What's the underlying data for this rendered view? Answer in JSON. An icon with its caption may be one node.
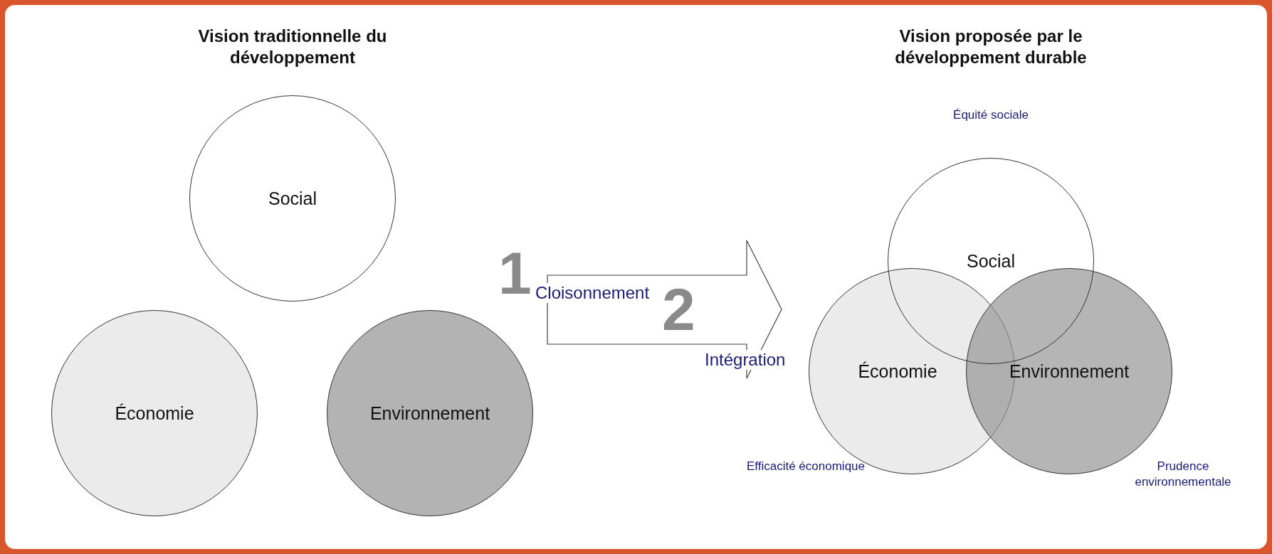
{
  "diagram": {
    "nodes": [
      {
        "text": [
          "Social"
        ]
      },
      {
        "text": [
          "Économie"
        ]
      },
      {
        "text": [
          "Environnement"
        ]
      },
      {
        "text": [
          "Social"
        ],
        "beside": [
          "Équité sociale"
        ]
      },
      {
        "text": [
          "Économie"
        ],
        "beside": [
          "Efficacité économique"
        ]
      },
      {
        "text": [
          "Environnement"
        ],
        "beside": [
          "Prudence environnementale"
        ]
      }
    ],
    "edges": [],
    "labels": [
      "Vision traditionnelle du développement",
      "Vision proposée par le développement durable",
      "1",
      "Cloisonnement",
      "2",
      "Intégration"
    ]
  }
}
